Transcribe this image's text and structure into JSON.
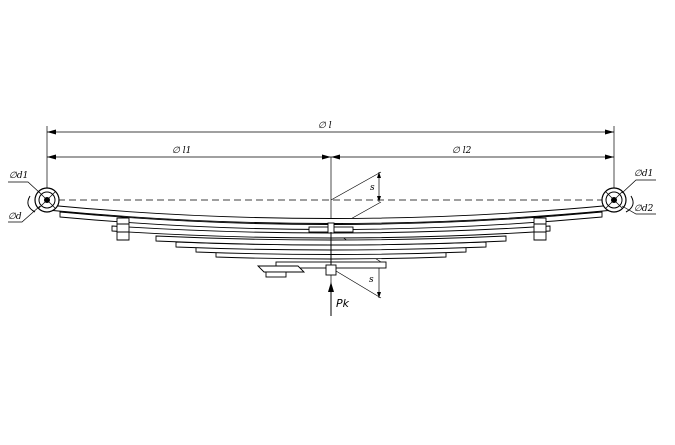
{
  "dimensions": {
    "overall": "∅ l",
    "left_span": "∅ l1",
    "right_span": "∅ l2",
    "upper_height": "s",
    "lower_height": "s",
    "load": "Pk"
  },
  "eyes": {
    "left_outer": "∅d1",
    "left_inner": "∅d",
    "right_outer": "∅d1",
    "right_inner": "∅d2"
  }
}
